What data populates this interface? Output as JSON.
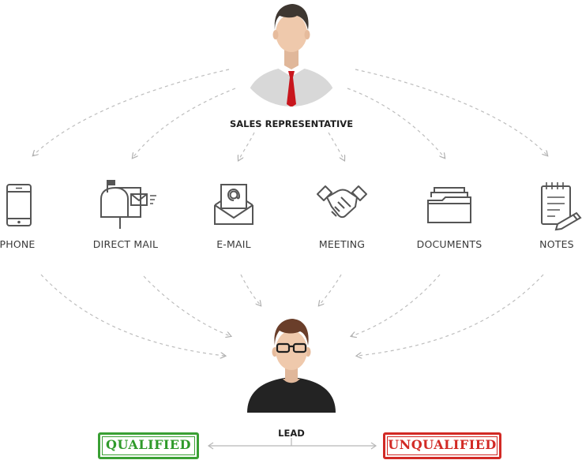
{
  "sales_rep": {
    "label": "SALES REPRESENTATIVE"
  },
  "channels": [
    {
      "label": "PHONE",
      "icon": "phone-icon"
    },
    {
      "label": "DIRECT MAIL",
      "icon": "mailbox-icon"
    },
    {
      "label": "E-MAIL",
      "icon": "email-envelope-icon"
    },
    {
      "label": "MEETING",
      "icon": "handshake-icon"
    },
    {
      "label": "DOCUMENTS",
      "icon": "folder-icon"
    },
    {
      "label": "NOTES",
      "icon": "notepad-pencil-icon"
    }
  ],
  "lead": {
    "label": "LEAD"
  },
  "outcomes": {
    "qualified": "QUALIFIED",
    "unqualified": "UNQUALIFIED"
  },
  "colors": {
    "qualified": "#3aa034",
    "unqualified": "#d22a25",
    "tie": "#c8161d",
    "icon_stroke": "#555555",
    "arrow": "#b5b5b5"
  }
}
